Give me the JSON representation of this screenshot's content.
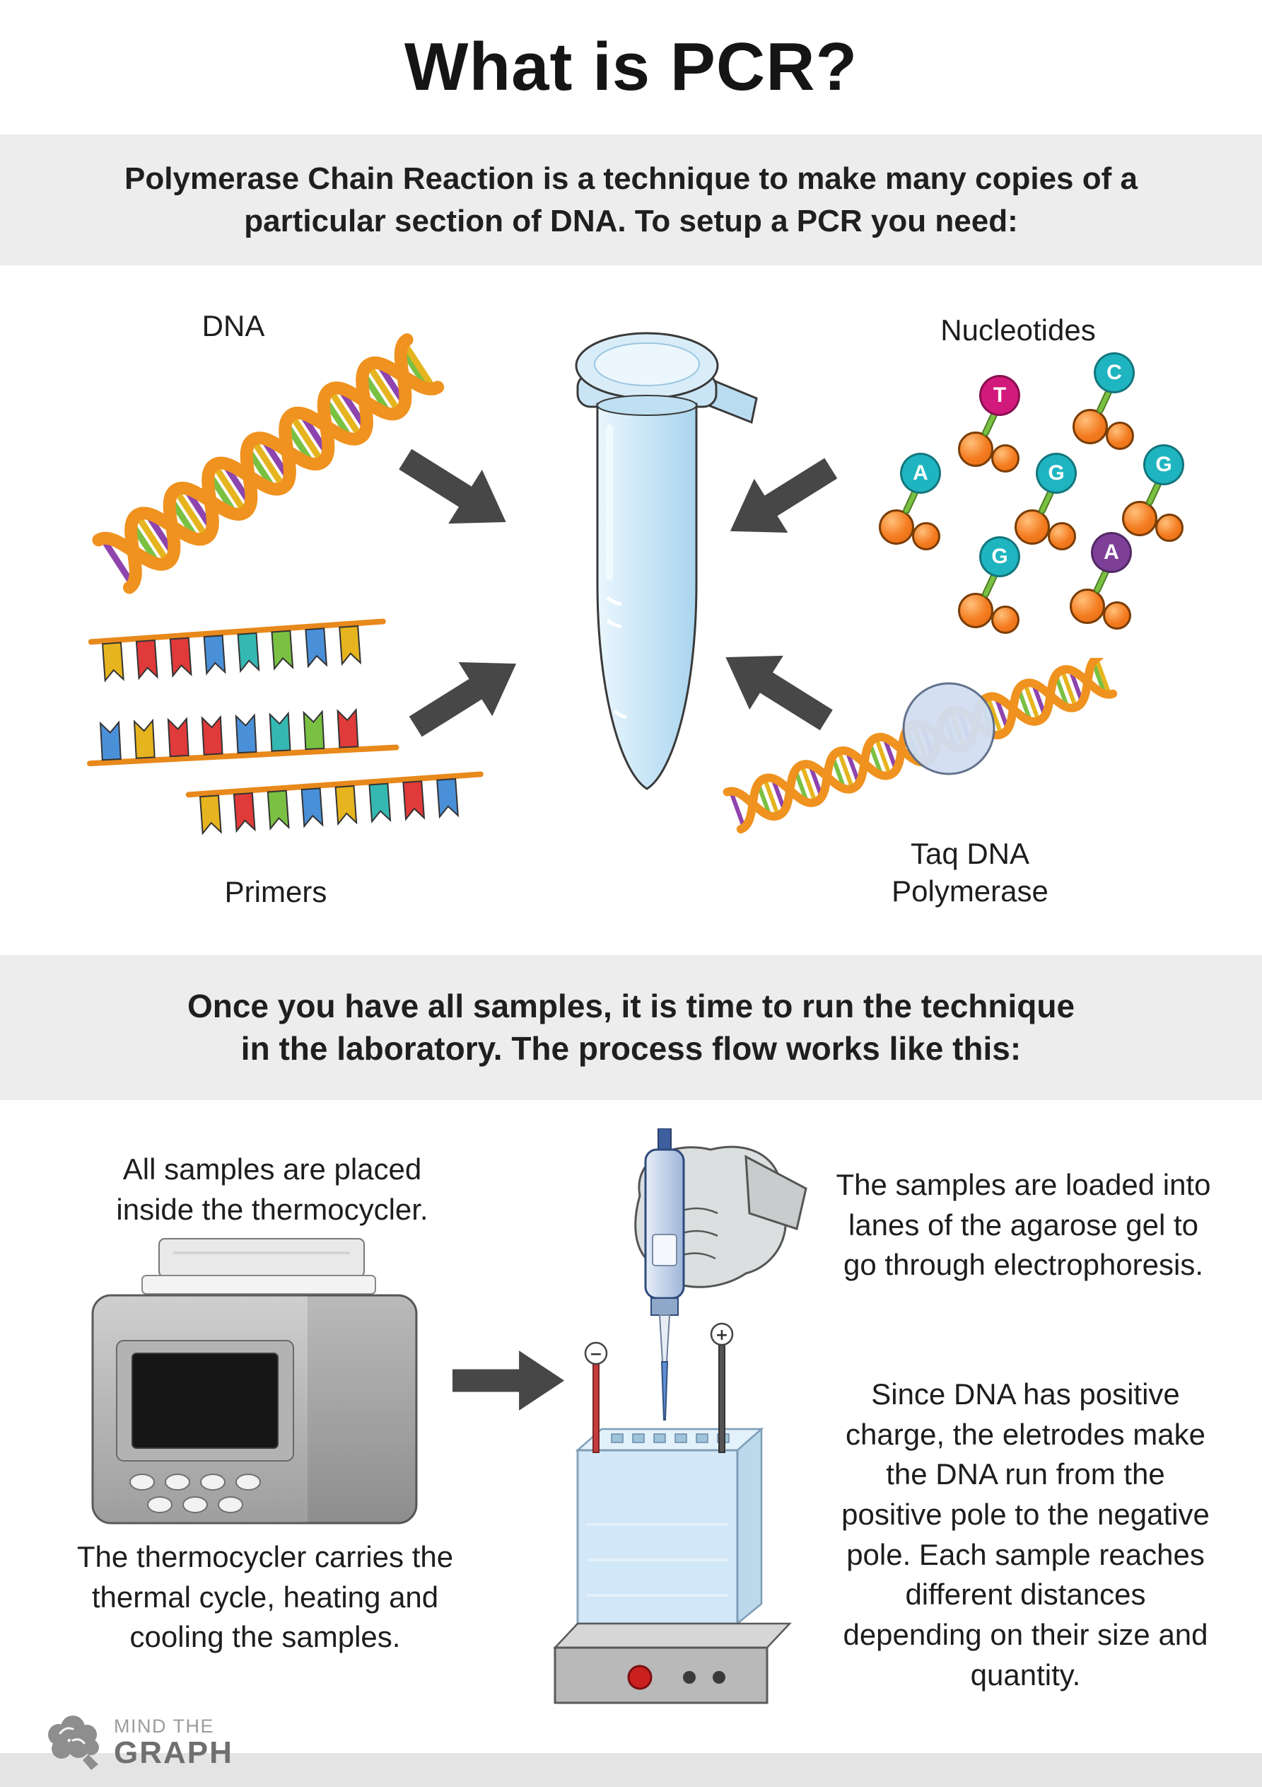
{
  "title": "What is PCR?",
  "intro": "Polymerase Chain Reaction is a technique to make many copies of a particular section of DNA. To setup a PCR you need:",
  "ingredients": {
    "dna_label": "DNA",
    "nucleotides_label": "Nucleotides",
    "primers_label": "Primers",
    "taq_label_line1": "Taq DNA",
    "taq_label_line2": "Polymerase",
    "nucleotides": [
      {
        "letter": "T",
        "color": "#d2197c"
      },
      {
        "letter": "C",
        "color": "#1fb5c0"
      },
      {
        "letter": "A",
        "color": "#1fb5c0"
      },
      {
        "letter": "G",
        "color": "#1fb5c0"
      },
      {
        "letter": "G",
        "color": "#1fb5c0"
      },
      {
        "letter": "G",
        "color": "#1fb5c0"
      },
      {
        "letter": "A",
        "color": "#7d3f98"
      }
    ]
  },
  "process": {
    "heading": "Once you have all samples, it is time to run the technique in the laboratory. The process flow works like this:",
    "steps": [
      {
        "text": "All samples are placed inside the thermocycler."
      },
      {
        "text": "The thermocycler carries the thermal cycle, heating and cooling the samples."
      },
      {
        "text": "The samples are loaded into lanes of the agarose gel to go through electrophoresis."
      },
      {
        "text": "Since DNA has positive charge, the eletrodes make the DNA run from the positive pole to the negative pole. Each sample reaches different distances depending on their size and quantity."
      }
    ],
    "gel_plus": "+",
    "gel_minus": "−"
  },
  "logo": {
    "line1": "MIND THE",
    "line2": "GRAPH"
  },
  "colors": {
    "band_gray": "#ededed",
    "arrow_gray": "#474747",
    "tube_blue": "#cfe7f8",
    "helix_orange": "#ef921f",
    "nucleotide_orange": "#f47b20",
    "teal": "#1fb5c0",
    "magenta": "#d2197c",
    "purple": "#8e44ad",
    "green": "#7ac143",
    "gold": "#e6b41e"
  }
}
